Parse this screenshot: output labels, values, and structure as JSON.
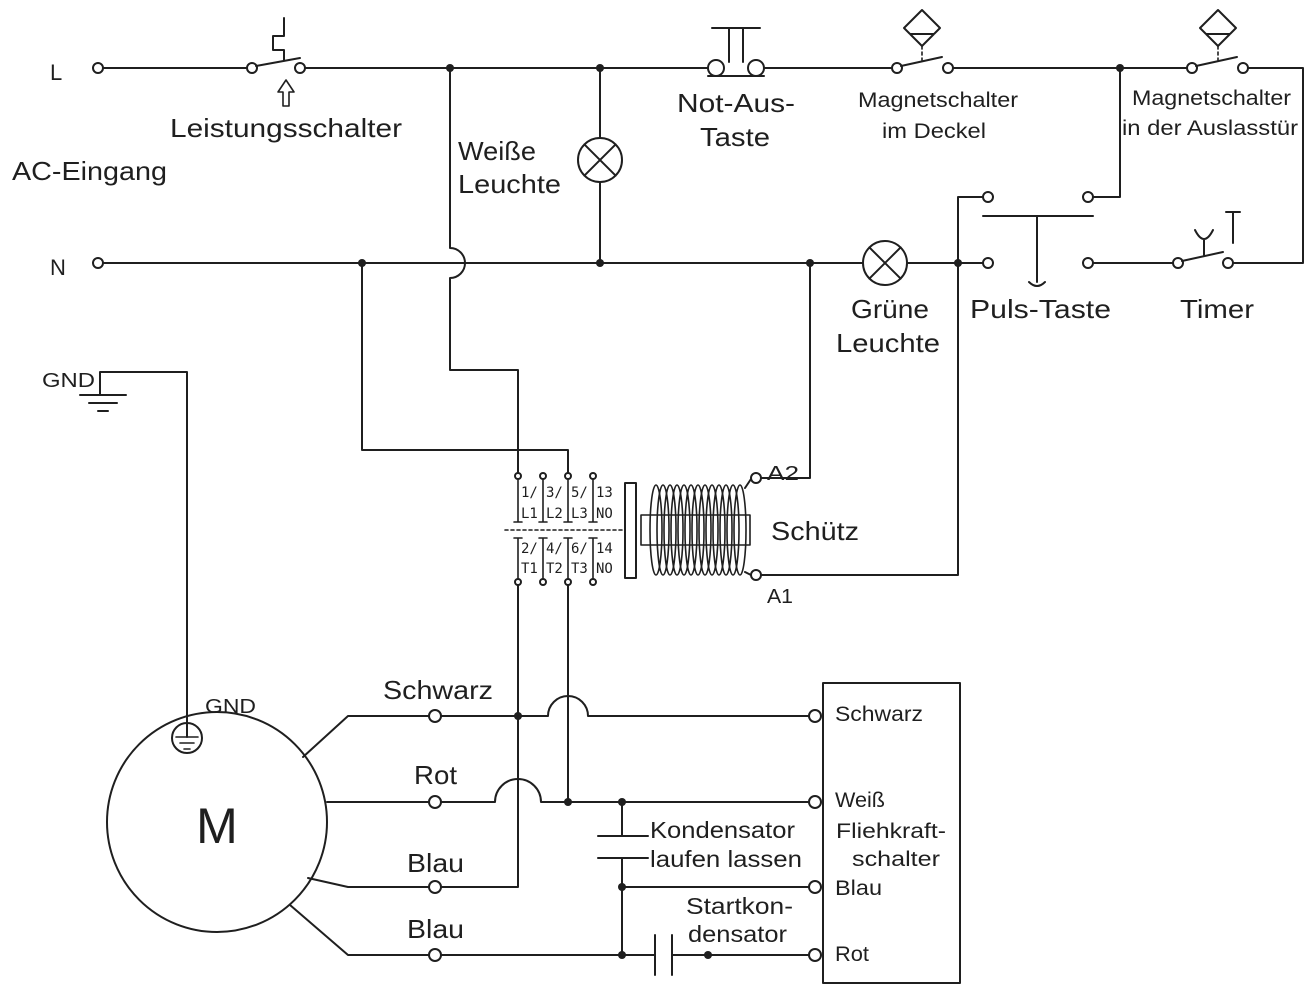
{
  "supply": {
    "title": "AC-Eingang",
    "line_l": "L",
    "line_n": "N"
  },
  "circuit_breaker": {
    "label": "Leistungsschalter"
  },
  "white_lamp": {
    "label": [
      "Weiße",
      "Leuchte"
    ]
  },
  "emergency_stop": {
    "label": [
      "Not-Aus-",
      "Taste"
    ]
  },
  "lid_switch": {
    "label": [
      "Magnetschalter",
      "im Deckel"
    ]
  },
  "door_switch": {
    "label": [
      "Magnetschalter",
      "in der Auslasstür"
    ]
  },
  "green_lamp": {
    "label": [
      "Grüne",
      "Leuchte"
    ]
  },
  "pulse_button": {
    "label": "Puls-Taste"
  },
  "timer": {
    "label": "Timer"
  },
  "ground": {
    "label": "GND"
  },
  "contactor": {
    "label": "Schütz",
    "coil_terminals": {
      "a2": "A2",
      "a1": "A1"
    },
    "line_terminals": [
      {
        "number": "1/",
        "name": "L1"
      },
      {
        "number": "3/",
        "name": "L2"
      },
      {
        "number": "5/",
        "name": "L3"
      },
      {
        "number": "13",
        "name": "NO"
      }
    ],
    "load_terminals": [
      {
        "number": "2/",
        "name": "T1"
      },
      {
        "number": "4/",
        "name": "T2"
      },
      {
        "number": "6/",
        "name": "T3"
      },
      {
        "number": "14",
        "name": "NO"
      }
    ]
  },
  "motor": {
    "symbol": "M",
    "ground_label": "GND",
    "leads": [
      "Schwarz",
      "Rot",
      "Blau",
      "Blau"
    ]
  },
  "run_capacitor": {
    "label": [
      "Kondensator",
      "laufen lassen"
    ]
  },
  "start_capacitor": {
    "label": [
      "Startkon-",
      "densator"
    ]
  },
  "centrifugal_switch": {
    "label": [
      "Fliehkraft-",
      "schalter"
    ],
    "terminals": [
      "Schwarz",
      "Weiß",
      "Blau",
      "Rot"
    ]
  },
  "colors": {
    "ink": "#1f1f1f",
    "paper": "#ffffff"
  }
}
